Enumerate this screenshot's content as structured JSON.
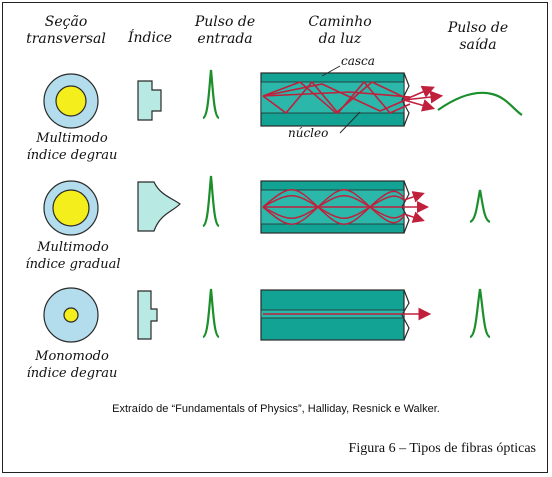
{
  "headers": {
    "secao": [
      "Seção",
      "transversal"
    ],
    "indice": "Índice",
    "pulso_entrada": [
      "Pulso de",
      "entrada"
    ],
    "caminho": [
      "Caminho",
      "da luz"
    ],
    "pulso_saida": [
      "Pulso de",
      "saída"
    ]
  },
  "rows": [
    {
      "caption": [
        "Multimodo",
        "índice degrau"
      ]
    },
    {
      "caption": [
        "Multimodo",
        "índice gradual"
      ]
    },
    {
      "caption": [
        "Monomodo",
        "índice degrau"
      ]
    }
  ],
  "labels": {
    "casca": "casca",
    "nucleo": "núcleo"
  },
  "source": "Extraído de “Fundamentals of Physics”, Halliday, Resnick e Walker.",
  "figure_caption": "Figura 6 – Tipos de fibras ópticas",
  "colors": {
    "cladding": "#b3dded",
    "core": "#f4ee1c",
    "fiber": "#12a395",
    "fiber_core": "#2bb8ab",
    "pulse": "#1c8f2c",
    "ray": "#c0203c",
    "profile": "#b9e9e3"
  }
}
